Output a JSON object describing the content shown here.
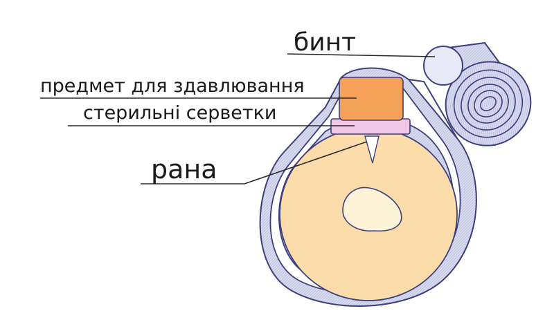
{
  "labels": {
    "bandage": "бинт",
    "pressure_object": "предмет для здавлювання",
    "sterile_napkins": "стерильні серветки",
    "wound": "рана"
  },
  "colors": {
    "bandage_fill": "#d9dcf0",
    "bandage_stroke": "#3b3f7a",
    "limb_fill": "#fbdcaa",
    "bone_fill": "#fdf3d6",
    "pressure_object": "#f5a15a",
    "sterile_napkins": "#f2c6e4",
    "leader_lines": "#2a2a2a"
  }
}
